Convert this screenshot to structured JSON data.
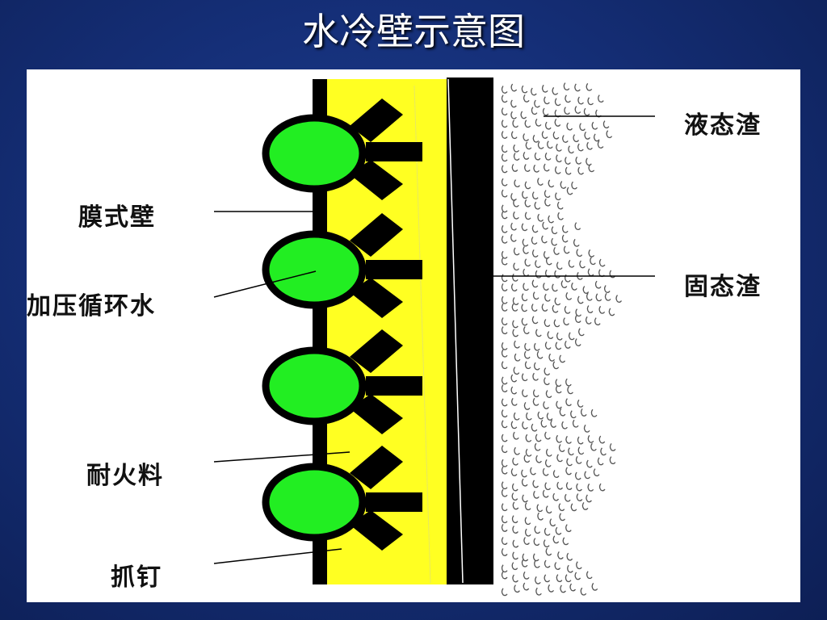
{
  "title": "水冷壁示意图",
  "labels": {
    "membrane_wall": "膜式壁",
    "pressurized_water": "加压循环水",
    "refractory": "耐火料",
    "studs": "抓钉",
    "liquid_slag": "液态渣",
    "solid_slag": "固态渣"
  },
  "colors": {
    "background": "#152f78",
    "panel": "#ffffff",
    "tube": "#22ee22",
    "refractory": "#ffff22",
    "solid_slag": "#000000"
  }
}
